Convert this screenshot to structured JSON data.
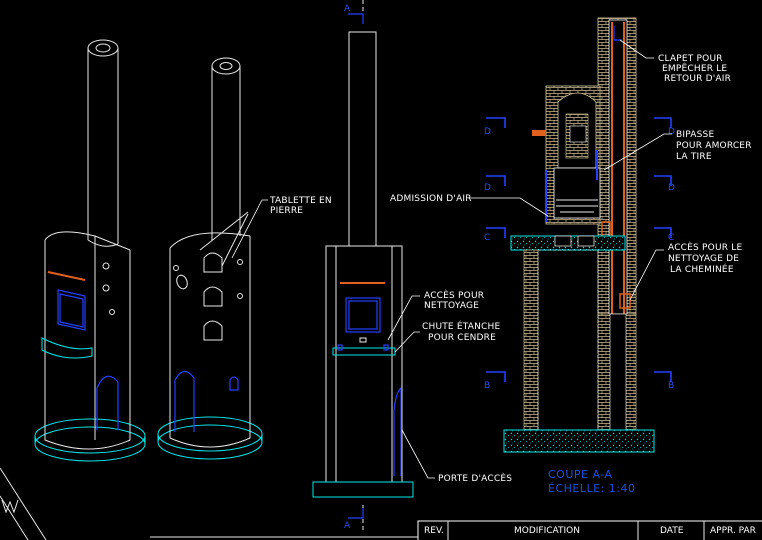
{
  "colors": {
    "background": "#000000",
    "line": "#ffffff",
    "cyan": "#00e6e6",
    "blue": "#2540ff",
    "orange": "#e06020",
    "brick": "#d8c89a"
  },
  "annotations": {
    "tablette": [
      "TABLETTE EN",
      "PIERRE"
    ],
    "acces_nettoyage": [
      "ACCÈS POUR",
      "NETTOYAGE"
    ],
    "chute": [
      "CHUTE ÉTANCHE",
      "POUR CENDRE"
    ],
    "porte": "PORTE D'ACCÈS",
    "clapet": [
      "CLAPET POUR",
      "EMPÊCHER LE",
      "RETOUR D'AIR"
    ],
    "bipasse": [
      "BIPASSE",
      "POUR AMORCER",
      "LA TIRE"
    ],
    "admission": "ADMISSION D'AIR",
    "acces_cheminee": [
      "ACCÈS POUR LE",
      "NETTOYAGE DE",
      "LA CHEMINÉE"
    ]
  },
  "section": {
    "title": "COUPE A-A",
    "scale": "ÉCHELLE: 1:40"
  },
  "markers": {
    "a": "A",
    "b": "B",
    "c": "C",
    "d": "D"
  },
  "title_block": {
    "rev": "REV.",
    "modification": "MODIFICATION",
    "date": "DATE",
    "appr": "APPR. PAR"
  }
}
